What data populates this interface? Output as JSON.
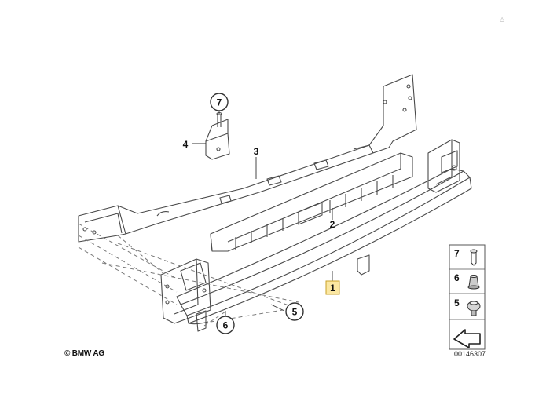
{
  "diagram": {
    "callouts": [
      {
        "id": "callout-7",
        "label": "7",
        "style": "circle"
      },
      {
        "id": "callout-4",
        "label": "4",
        "style": "plain"
      },
      {
        "id": "callout-3",
        "label": "3",
        "style": "plain"
      },
      {
        "id": "callout-2",
        "label": "2",
        "style": "plain"
      },
      {
        "id": "callout-1",
        "label": "1",
        "style": "highlight-box"
      },
      {
        "id": "callout-5",
        "label": "5",
        "style": "circle"
      },
      {
        "id": "callout-6",
        "label": "6",
        "style": "circle"
      }
    ],
    "legend": [
      {
        "label": "7",
        "part": "rivet"
      },
      {
        "label": "6",
        "part": "bushing"
      },
      {
        "label": "5",
        "part": "clip-nut"
      }
    ],
    "copyright": "© BMW AG",
    "drawing_id": "00146307",
    "corner_mark": "△",
    "colors": {
      "line": "#4a4a4a",
      "dash": "#777777",
      "callout_highlight": "#fbe7a1",
      "callout_highlight_border": "#c9a227",
      "legend_border": "#555555"
    }
  }
}
